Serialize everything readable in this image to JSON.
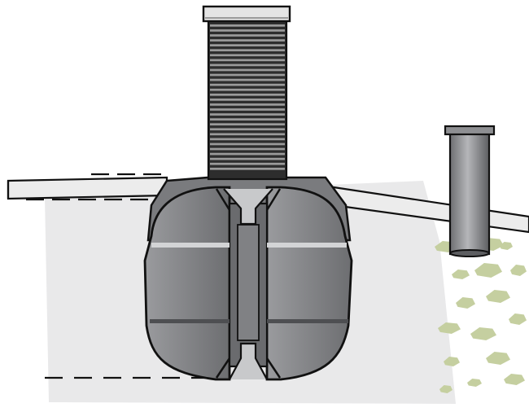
{
  "diagram": {
    "components": [
      {
        "id": "corrugated-riser",
        "icon": "corrugated-riser-icon"
      },
      {
        "id": "riser-cap",
        "icon": "cap-icon"
      },
      {
        "id": "twin-chamber-tank",
        "icon": "tank-icon"
      },
      {
        "id": "inlet-pipe",
        "icon": "pipe-icon"
      },
      {
        "id": "outlet-pipe",
        "icon": "pipe-icon"
      },
      {
        "id": "vent-pipe",
        "icon": "vent-pipe-icon"
      },
      {
        "id": "gravel-backfill",
        "icon": "gravel-icon"
      },
      {
        "id": "excavation",
        "icon": "excavation-icon"
      },
      {
        "id": "ground-level-markers",
        "icon": "dashed-line-icon"
      }
    ],
    "colors": {
      "tank_dark": "#6f7073",
      "tank_mid": "#8f9093",
      "tank_light": "#b9babd",
      "riser": "#2b2b2b",
      "pipe": "#e8e8e8",
      "gravel": "#c5cfa0",
      "excavation": "#e9e9ea",
      "outline": "#111111"
    },
    "riser_ribs": 30,
    "gravel_stones": 16
  }
}
